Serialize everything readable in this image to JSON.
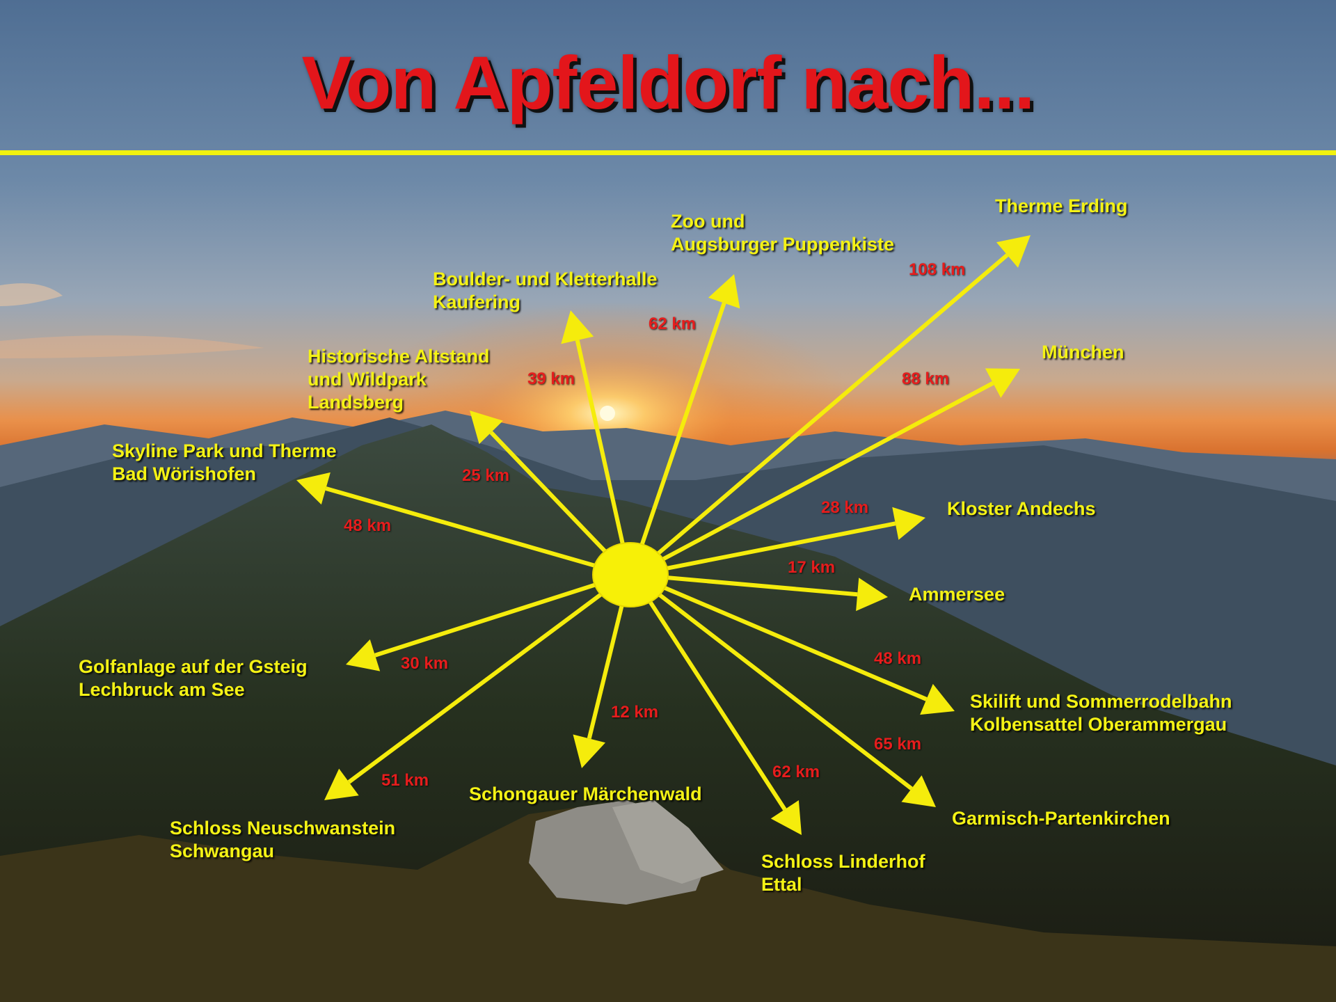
{
  "title": "Von Apfeldorf nach...",
  "colors": {
    "title": "#e3161b",
    "labels": "#f4f215",
    "distances": "#e61d1d",
    "arrows": "#f5ec0c",
    "hub": "#f7f007"
  },
  "destinations": [
    {
      "id": "therme-erding",
      "lines": [
        "Therme Erding"
      ],
      "distance": "108 km"
    },
    {
      "id": "zoo-augsburg",
      "lines": [
        "Zoo und",
        "Augsburger Puppenkiste"
      ],
      "distance": "62 km"
    },
    {
      "id": "boulderhalle-kaufering",
      "lines": [
        "Boulder- und Kletterhalle",
        "Kaufering"
      ],
      "distance": "39 km"
    },
    {
      "id": "landsberg",
      "lines": [
        "Historische Altstand",
        "und Wildpark",
        "Landsberg"
      ],
      "distance": "25 km"
    },
    {
      "id": "muenchen",
      "lines": [
        "München"
      ],
      "distance": "88 km"
    },
    {
      "id": "skyline-park",
      "lines": [
        "Skyline Park und Therme",
        "Bad Wörishofen"
      ],
      "distance": "48 km"
    },
    {
      "id": "kloster-andechs",
      "lines": [
        "Kloster Andechs"
      ],
      "distance": "28 km"
    },
    {
      "id": "ammersee",
      "lines": [
        "Ammersee"
      ],
      "distance": "17 km"
    },
    {
      "id": "golfanlage-gsteig",
      "lines": [
        "Golfanlage auf der Gsteig",
        "Lechbruck am See"
      ],
      "distance": "30 km"
    },
    {
      "id": "skilift-kolbensattel",
      "lines": [
        "Skilift und Sommerrodelbahn",
        "Kolbensattel Oberammergau"
      ],
      "distance": "48 km"
    },
    {
      "id": "schongauer-maerchenwald",
      "lines": [
        "Schongauer Märchenwald"
      ],
      "distance": "12 km"
    },
    {
      "id": "garmisch",
      "lines": [
        "Garmisch-Partenkirchen"
      ],
      "distance": "65 km"
    },
    {
      "id": "schloss-linderhof",
      "lines": [
        "Schloss Linderhof",
        "Ettal"
      ],
      "distance": "62 km"
    },
    {
      "id": "neuschwanstein",
      "lines": [
        "Schloss Neuschwanstein",
        "Schwangau"
      ],
      "distance": "51 km"
    }
  ]
}
